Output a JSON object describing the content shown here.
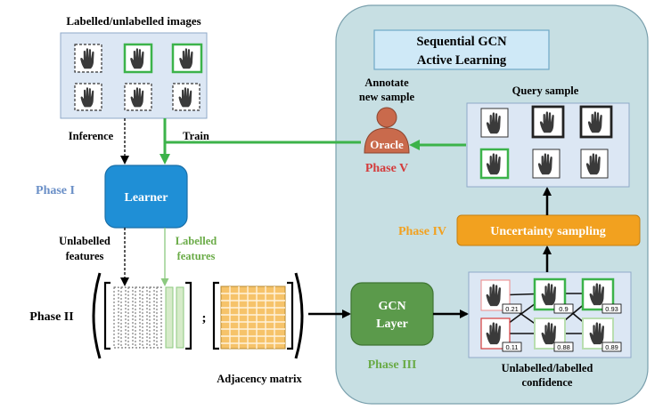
{
  "top_left": {
    "title": "Labelled/unlabelled images",
    "inference_label": "Inference",
    "train_label": "Train"
  },
  "phases": {
    "one": "Phase I",
    "two": "Phase II",
    "three": "Phase III",
    "four": "Phase IV",
    "five": "Phase V"
  },
  "learner": {
    "label": "Learner"
  },
  "features": {
    "unlabelled_line1": "Unlabelled",
    "unlabelled_line2": "features",
    "labelled_line1": "Labelled",
    "labelled_line2": "features",
    "separator": ";",
    "adjacency_label": "Adjacency matrix"
  },
  "gcn_panel": {
    "title_line1": "Sequential GCN",
    "title_line2": "Active Learning",
    "annotate_line1": "Annotate",
    "annotate_line2": "new sample",
    "oracle": "Oracle",
    "query_label": "Query sample",
    "uncertainty_label": "Uncertainty sampling",
    "gcn_line1": "GCN",
    "gcn_line2": "Layer",
    "confidence_line1": "Unlabelled/labelled",
    "confidence_line2": "confidence"
  },
  "confidences": [
    "0.21",
    "0.9",
    "0.93",
    "0.11",
    "0.88",
    "0.89"
  ],
  "colors": {
    "panel_bg": "#c7dfe3",
    "title_box": "#cfe9f7",
    "learner": "#1f8fd6",
    "gcn": "#5b9a4b",
    "uncertainty": "#f2a11f",
    "green_arrow": "#3cb34a",
    "phase_blue": "#6a8fc7",
    "phase_red": "#d43b3b",
    "phase_orange": "#f2a11f",
    "phase_green": "#6aab47",
    "oracle_person": "#c96a4c"
  }
}
